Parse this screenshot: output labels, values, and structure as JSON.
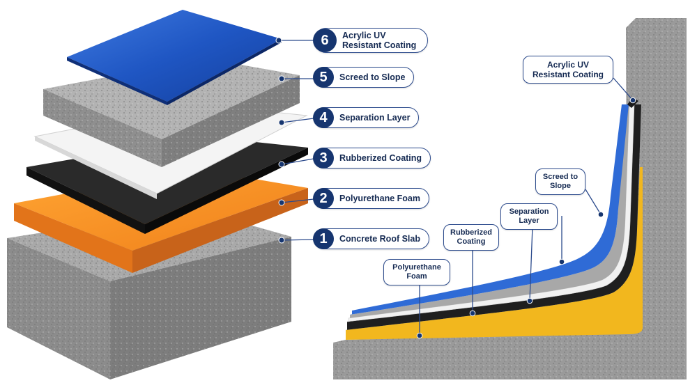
{
  "layers": [
    {
      "number": "1",
      "label": "Concrete Roof Slab"
    },
    {
      "number": "2",
      "label": "Polyurethane Foam"
    },
    {
      "number": "3",
      "label": "Rubberized Coating"
    },
    {
      "number": "4",
      "label": "Separation Layer"
    },
    {
      "number": "5",
      "label": "Screed to Slope"
    },
    {
      "number": "6",
      "label": "Acrylic UV Resistant Coating"
    }
  ],
  "cross_section_labels": {
    "acrylic": "Acrylic UV Resistant Coating",
    "screed": "Screed to Slope",
    "separation": "Separation Layer",
    "rubberized": "Rubberized Coating",
    "foam": "Polyurethane Foam"
  },
  "colors": {
    "concrete": "#9c9c9c",
    "foam": "#f7931e",
    "rubberized": "#222222",
    "separation": "#f2f2f2",
    "screed": "#a6a6a6",
    "acrylic": "#1f56c3",
    "section_foam": "#f2b71e",
    "callout": "#16356f"
  }
}
